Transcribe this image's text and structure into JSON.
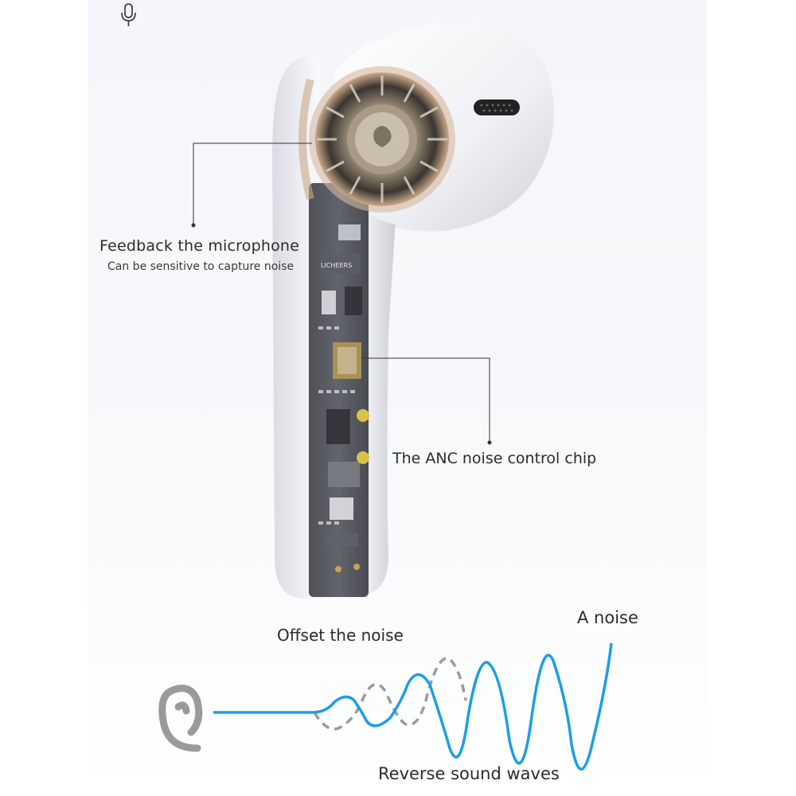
{
  "icons": {
    "top": "microphone-icon",
    "ear": "ear-icon"
  },
  "callouts": {
    "mic_title": "Feedback the microphone",
    "mic_subtitle": "Can be sensitive to capture noise",
    "chip": "The ANC noise control chip"
  },
  "board": {
    "chip_marking": "LICHEERS"
  },
  "waves": {
    "offset_label": "Offset the noise",
    "noise_label": "A noise",
    "reverse_label": "Reverse sound waves"
  },
  "colors": {
    "noise_wave": "#1c9fe0",
    "offset_wave": "#9b9b9b",
    "ear": "#9a9a9a",
    "leader_line": "#333333"
  }
}
